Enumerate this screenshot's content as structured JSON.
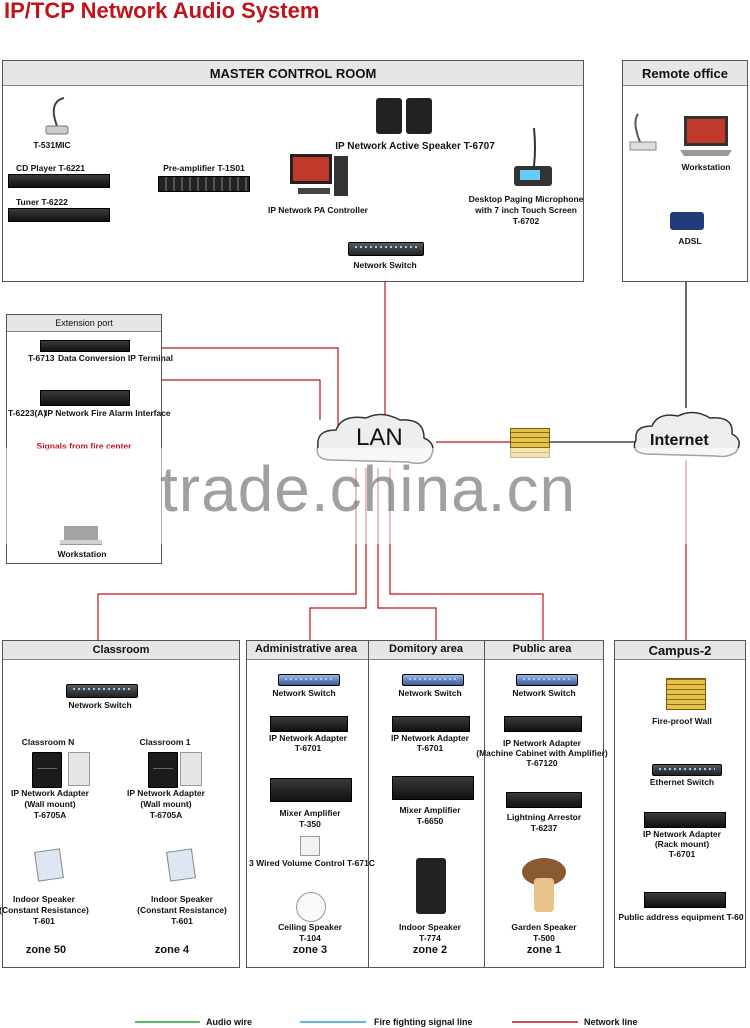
{
  "title": "IP/TCP Network Audio System",
  "master": {
    "header": "MASTER CONTROL ROOM",
    "mic": "T-531MIC",
    "cd": "CD Player T-6221",
    "tuner": "Tuner T-6222",
    "preamp": "Pre-amplifier T-1S01",
    "pc": "IP Network PA Controller",
    "speaker": "IP Network Active Speaker T-6707",
    "paging1": "Desktop Paging Microphone",
    "paging2": "with 7 inch Touch Screen",
    "paging3": "T-6702",
    "switch": "Network Switch"
  },
  "remote": {
    "header": "Remote office",
    "workstation": "Workstation",
    "adsl": "ADSL"
  },
  "ext": {
    "header": "Extension port",
    "t6713_code": "T-6713",
    "t6713_name": "Data Conversion IP Terminal",
    "t6223_code": "T-6223(A)",
    "t6223_name": "IP Network Fire Alarm Interface",
    "signals": "Signals from fire center",
    "workstation": "Workstation"
  },
  "lan": "LAN",
  "internet": "Internet",
  "watermark": "trade.china.cn",
  "classroom": {
    "header": "Classroom",
    "switch": "Network Switch",
    "room_n": "Classroom N",
    "room_1": "Classroom 1",
    "adapter1": "IP Network Adapter",
    "adapter2": "(Wall mount)",
    "adapter3": "T-6705A",
    "spk1": "Indoor Speaker",
    "spk2": "(Constant Resistance)",
    "spk3": "T-601",
    "zone_n": "zone 50",
    "zone_1": "zone 4"
  },
  "admin": {
    "header": "Administrative area",
    "switch": "Network Switch",
    "adapter1": "IP Network Adapter",
    "adapter2": "T-6701",
    "amp1": "Mixer Amplifier",
    "amp2": "T-350",
    "vol": "3 Wired Volume Control T-671C",
    "ceil1": "Ceiling Speaker",
    "ceil2": "T-104",
    "zone": "zone 3"
  },
  "dorm": {
    "header": "Domitory area",
    "switch": "Network Switch",
    "adapter1": "IP Network Adapter",
    "adapter2": "T-6701",
    "amp1": "Mixer Amplifier",
    "amp2": "T-6650",
    "spk1": "Indoor Speaker",
    "spk2": "T-774",
    "zone": "zone 2"
  },
  "public": {
    "header": "Public area",
    "switch": "Network Switch",
    "adapter1": "IP Network Adapter",
    "adapter2": "(Machine Cabinet with Amplifier)",
    "adapter3": "T-67120",
    "arrestor1": "Lightning Arrestor",
    "arrestor2": "T-6237",
    "garden1": "Garden Speaker",
    "garden2": "T-500",
    "zone": "zone 1"
  },
  "campus": {
    "header": "Campus-2",
    "wall": "Fire-proof Wall",
    "eswitch": "Ethernet Switch",
    "adapter1": "IP Network Adapter",
    "adapter2": "(Rack mount)",
    "adapter3": "T-6701",
    "pa": "Public address equipment T-60"
  },
  "legend": {
    "audio": "Audio wire",
    "fire": "Fire fighting  signal line",
    "network": "Network line"
  },
  "colors": {
    "network": "#c0141c",
    "audio": "#1aa632",
    "fire": "#29a3d8"
  }
}
